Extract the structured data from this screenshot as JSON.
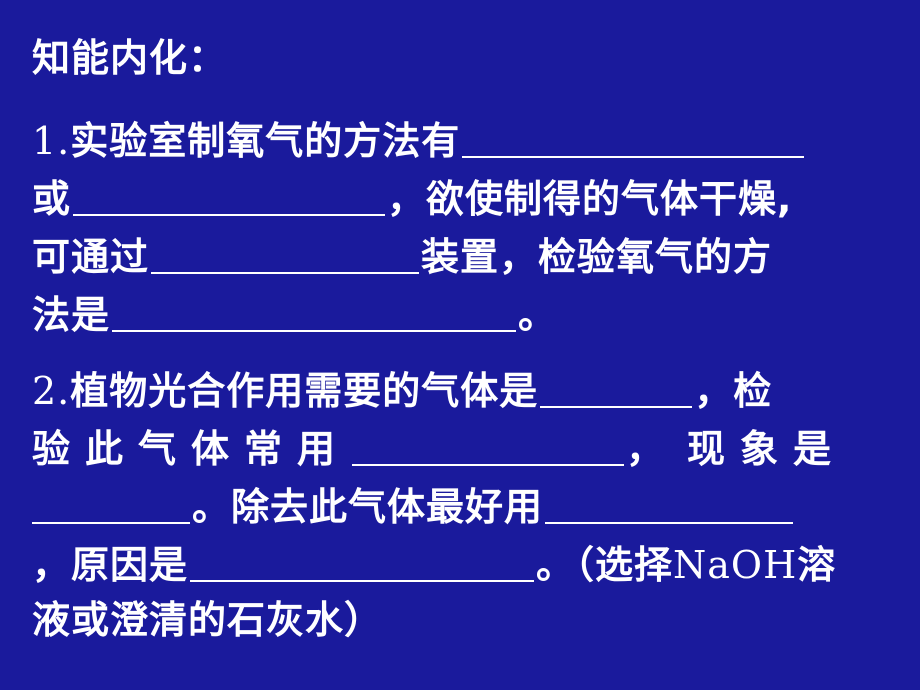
{
  "slide": {
    "heading": "知能内化：",
    "q1": {
      "number": "1.",
      "l1_text": "实验室制氧气的方法有",
      "l2_start": "或",
      "l2_end": "，欲使制得的气体干燥,",
      "l3_start": "可通过",
      "l3_end": "装置，检验氧气的方",
      "l4_start": "法是",
      "l4_end": "。"
    },
    "q2": {
      "number": "2.",
      "l1_text": "植物光合作用需要的气体是",
      "l1_end": "，检",
      "l2_start": "验此气体常用",
      "l2_mid": "，",
      "l2_end": "现象是",
      "l3_mid": "。除去此气体最好用",
      "l4_start": "，原因是",
      "l4_mid": "。（选择",
      "l4_naoh": "NaOH",
      "l4_end": "溶",
      "l5_text": "液或澄清的石灰水）"
    }
  }
}
